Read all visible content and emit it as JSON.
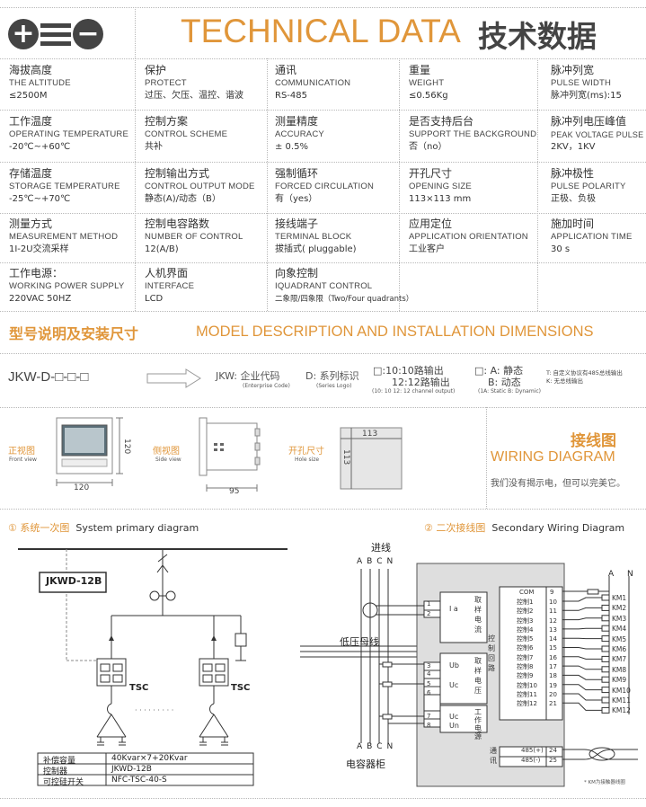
{
  "header": {
    "title_en": "TECHNICAL DATA",
    "title_cn": "技术数据"
  },
  "specs": [
    [
      {
        "cn": "海拔高度",
        "en": "THE ALTITUDE",
        "val": "≤2500M"
      },
      {
        "cn": "保护",
        "en": "PROTECT",
        "val": "过压、欠压、温控、谐波"
      },
      {
        "cn": "通讯",
        "en": "COMMUNICATION",
        "val": "RS-485"
      },
      {
        "cn": "重量",
        "en": "WEIGHT",
        "val": "≤0.56Kg"
      },
      {
        "cn": "脉冲列宽",
        "en": "PULSE WIDTH",
        "val": "脉冲列宽(ms):15"
      }
    ],
    [
      {
        "cn": "工作温度",
        "en": "OPERATING TEMPERATURE",
        "val": "-20℃~+60℃"
      },
      {
        "cn": "控制方案",
        "en": "CONTROL SCHEME",
        "val": "共补"
      },
      {
        "cn": "测量精度",
        "en": "ACCURACY",
        "val": "± 0.5%"
      },
      {
        "cn": "是否支持后台",
        "en": "SUPPORT THE BACKGROUND",
        "val": "否（no）"
      },
      {
        "cn": "脉冲列电压峰值",
        "en": "PEAK VOLTAGE PULSE",
        "val": "2KV，1KV"
      }
    ],
    [
      {
        "cn": "存储温度",
        "en": "STORAGE TEMPERATURE",
        "val": "-25℃~+70℃"
      },
      {
        "cn": "控制输出方式",
        "en": "CONTROL OUTPUT MODE",
        "val": "静态(A)/动态（B）"
      },
      {
        "cn": "强制循环",
        "en": "FORCED CIRCULATION",
        "val": "有（yes）"
      },
      {
        "cn": "开孔尺寸",
        "en": "OPENING SIZE",
        "val": "113×113 mm"
      },
      {
        "cn": "脉冲极性",
        "en": "PULSE POLARITY",
        "val": "正极、负极"
      }
    ],
    [
      {
        "cn": "测量方式",
        "en": "MEASUREMENT METHOD",
        "val": "1I-2U交流采样"
      },
      {
        "cn": "控制电容路数",
        "en": "NUMBER OF CONTROL",
        "val": "12(A/B)"
      },
      {
        "cn": "接线端子",
        "en": "TERMINAL BLOCK",
        "val": "拔插式( pluggable)"
      },
      {
        "cn": "应用定位",
        "en": "APPLICATION ORIENTATION",
        "val": "工业客户"
      },
      {
        "cn": "施加时间",
        "en": "APPLICATION TIME",
        "val": "30 s"
      }
    ],
    [
      {
        "cn": "工作电源：",
        "en": "WORKING POWER SUPPLY",
        "val": "220VAC  50HZ"
      },
      {
        "cn": "人机界面",
        "en": "INTERFACE",
        "val": "LCD"
      },
      {
        "cn": "向象控制",
        "en": "IQUADRANT CONTROL",
        "val": "二象限/四象限（Two/Four quadrants）"
      },
      {
        "cn": "",
        "en": "",
        "val": ""
      },
      {
        "cn": "",
        "en": "",
        "val": ""
      }
    ]
  ],
  "model_section": {
    "title_cn": "型号说明及安装尺寸",
    "title_en": "MODEL DESCRIPTION AND INSTALLATION DIMENSIONS",
    "model_code": "JKW-D-□-□-□",
    "jkw_label": "JKW: 企业代码",
    "jkw_sub": "(Enterprise Code)",
    "d_label": "D: 系列标识",
    "d_sub": "(Series Logo)",
    "ch_line1": "□:10:10路输出",
    "ch_line2": "12:12路输出",
    "ch_sub": "(10: 10  12: 12 channel output)",
    "ab_line1": "□: A: 静态",
    "ab_line2": "B: 动态",
    "ab_sub": "(1A: Static  B: Dynamic)",
    "tk_line1": "T: 自定义协议有485总线输出",
    "tk_line2": "K: 无总线输出"
  },
  "views": {
    "front_cn": "正视图",
    "front_en": "Front view",
    "front_w": "120",
    "front_h": "120",
    "side_cn": "侧视图",
    "side_en": "Side view",
    "side_w": "95",
    "hole_cn": "开孔尺寸",
    "hole_en": "Hole size",
    "hole_w": "113",
    "hole_h": "113"
  },
  "wiring": {
    "title_cn": "接线图",
    "title_en": "WIRING DIAGRAM",
    "note": "我们没有揭示电，但可以完美它。"
  },
  "primary": {
    "num": "①",
    "title_cn": "系统一次图",
    "title_en": "System primary diagram",
    "box_label": "JKWD-12B",
    "tsc1": "TSC",
    "tsc2": "TSC",
    "dots": "· · · · · · · · ·",
    "table": [
      [
        "补偿容量",
        "40Kvar×7+20Kvar"
      ],
      [
        "控制器",
        "JKWD-12B"
      ],
      [
        "可控硅开关",
        "NFC-TSC-40-S"
      ]
    ]
  },
  "secondary": {
    "num": "②",
    "title_cn": "二次接线图",
    "title_en": "Secondary Wiring Diagram",
    "incoming": "进线",
    "busbar": "低压母线",
    "cap_cabinet": "电容器柜",
    "phases": [
      "A",
      "B",
      "C",
      "N"
    ],
    "phases_bottom": [
      "A",
      "B",
      "C",
      "N"
    ],
    "an_labels": [
      "A",
      "N"
    ],
    "ia": "I a",
    "ub": "Ub",
    "uc": "Uc",
    "uc2": "Uc",
    "un": "Un",
    "sample_current": "取样电流",
    "sample_voltage": "取样电压",
    "work_power": "工作电源",
    "ctrl_loop": "控制回路",
    "comm": "通讯",
    "rs485p": "485(+)",
    "rs485n": "485(-)",
    "left_terms": [
      "1",
      "2",
      "3",
      "4",
      "5",
      "6",
      "7",
      "8"
    ],
    "com": "COM",
    "right_terms": [
      {
        "label": "控制1",
        "num": "10",
        "km": "KM1"
      },
      {
        "label": "控制2",
        "num": "11",
        "km": "KM2"
      },
      {
        "label": "控制3",
        "num": "12",
        "km": "KM3"
      },
      {
        "label": "控制4",
        "num": "13",
        "km": "KM4"
      },
      {
        "label": "控制5",
        "num": "14",
        "km": "KM5"
      },
      {
        "label": "控制6",
        "num": "15",
        "km": "KM6"
      },
      {
        "label": "控制7",
        "num": "16",
        "km": "KM7"
      },
      {
        "label": "控制8",
        "num": "17",
        "km": "KM8"
      },
      {
        "label": "控制9",
        "num": "18",
        "km": "KM9"
      },
      {
        "label": "控制10",
        "num": "19",
        "km": "KM10"
      },
      {
        "label": "控制11",
        "num": "20",
        "km": "KM11"
      },
      {
        "label": "控制12",
        "num": "21",
        "km": "KM12"
      }
    ],
    "com_num": "9",
    "rs_nums": [
      "24",
      "25"
    ],
    "km_note": "* KM为接触器线圈"
  }
}
